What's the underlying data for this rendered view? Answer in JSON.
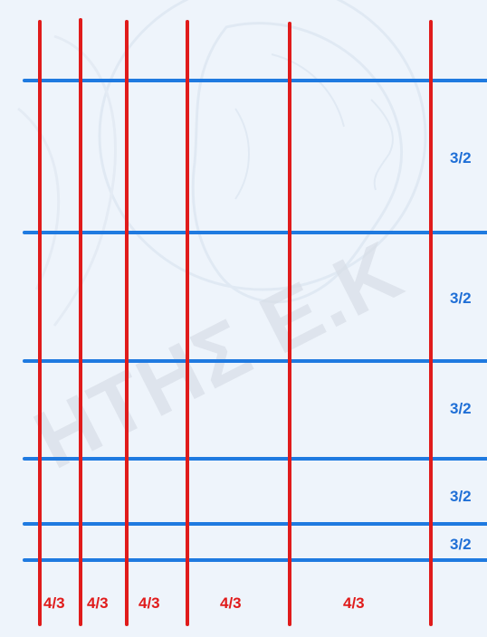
{
  "watermark": {
    "text": "ΗΤΗΣ Ε.Κ",
    "emblem": "greek-profile-seal"
  },
  "colors": {
    "background": "#eef4fb",
    "horizontal_lines": "#1f7ae0",
    "vertical_lines": "#e01b1b",
    "row_labels": "#1f6fd6",
    "column_labels": "#e01b1b"
  },
  "row_labels": [
    "3/2",
    "3/2",
    "3/2",
    "3/2",
    "3/2"
  ],
  "column_labels": [
    "4/3",
    "4/3",
    "4/3",
    "4/3",
    "4/3"
  ]
}
